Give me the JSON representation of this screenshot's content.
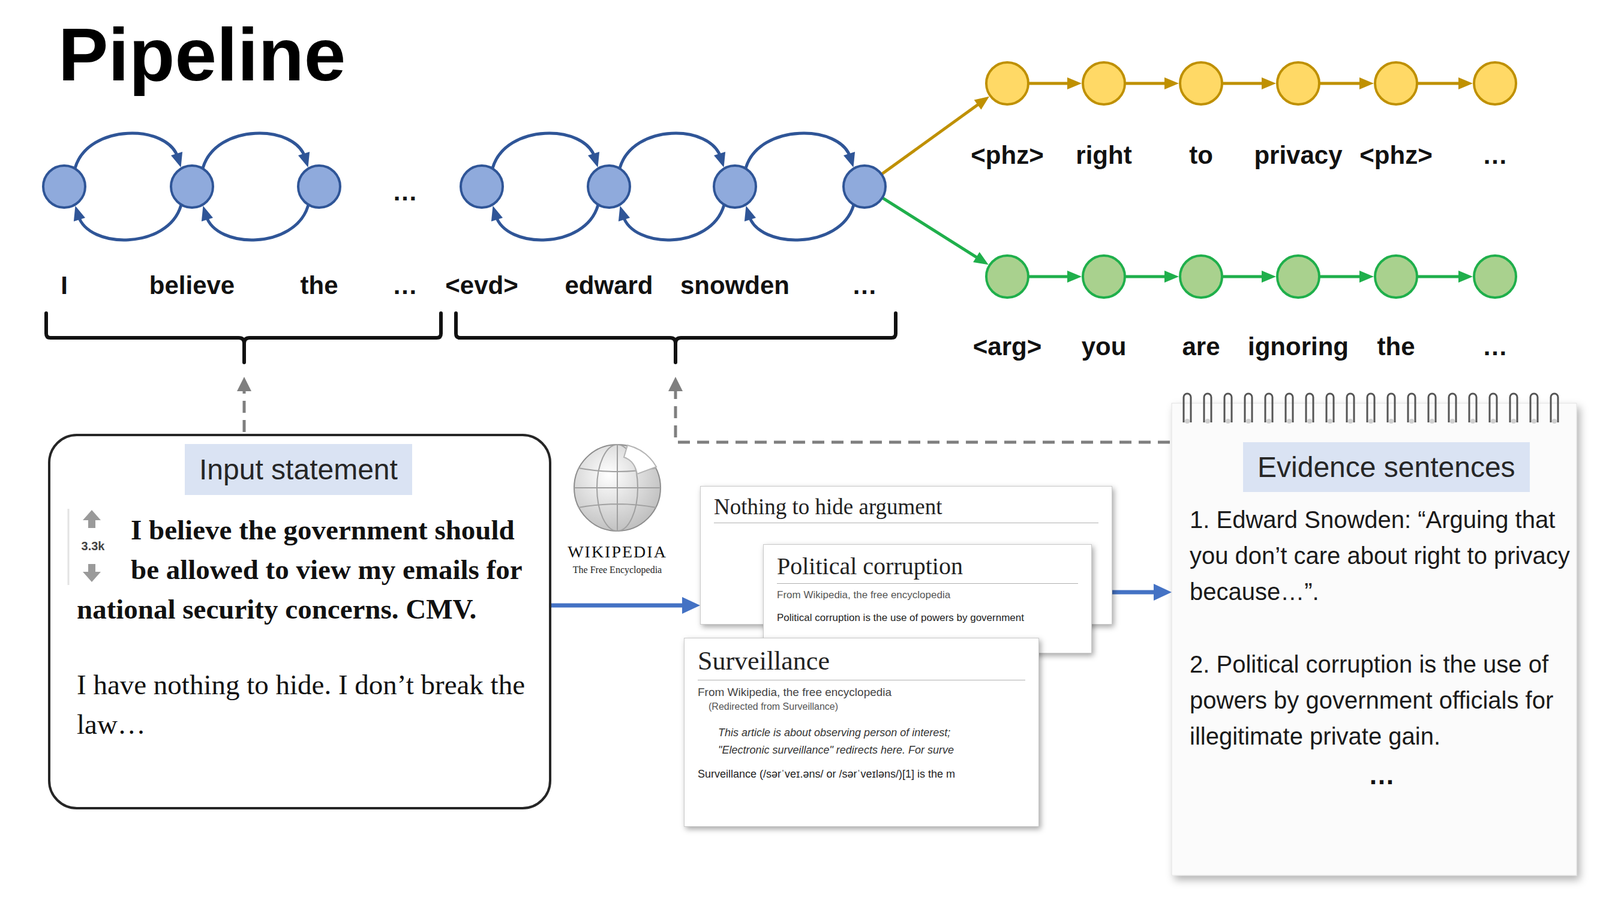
{
  "diagram": {
    "title": "Pipeline",
    "nodes": [
      {
        "text": [
          "I"
        ]
      },
      {
        "text": [
          "believe"
        ]
      },
      {
        "text": [
          "the"
        ]
      },
      {
        "text": [
          "<evd>"
        ]
      },
      {
        "text": [
          "edward"
        ]
      },
      {
        "text": [
          "snowden"
        ]
      },
      {
        "text": [
          "…"
        ]
      },
      {
        "text": [
          "<phz>"
        ]
      },
      {
        "text": [
          "right"
        ]
      },
      {
        "text": [
          "to"
        ]
      },
      {
        "text": [
          "privacy"
        ]
      },
      {
        "text": [
          "<phz>"
        ]
      },
      {
        "text": [
          "…"
        ]
      },
      {
        "text": [
          "<arg>"
        ]
      },
      {
        "text": [
          "you"
        ]
      },
      {
        "text": [
          "are"
        ]
      },
      {
        "text": [
          "ignoring"
        ]
      },
      {
        "text": [
          "the"
        ]
      },
      {
        "text": [
          "…"
        ]
      },
      {
        "text": [
          "I believe the government should be allowed to view my emails for national security concerns. CMV.",
          "I have nothing to hide. I don’t break the law…"
        ]
      },
      {
        "text": [
          "Input statement"
        ],
        "in": 19
      },
      {
        "text": [
          "Nothing to hide argument"
        ]
      },
      {
        "text": [
          "Political corruption",
          "From Wikipedia, the free encyclopedia",
          "Political corruption is the use of powers by government"
        ]
      },
      {
        "text": [
          "Surveillance",
          "From Wikipedia, the free encyclopedia",
          "(Redirected from Surveillance)",
          "This article is about observing person of interest;",
          "\"Electronic surveillance\" redirects here. For surve",
          "Surveillance (/sərˈveɪ.əns/ or /sərˈveɪləns/)[1] is the m"
        ]
      },
      {
        "text": [
          "1. Edward Snowden: “Arguing that you don’t care about right to privacy because…”.",
          "2. Political corruption is the use of powers by government officials for illegitimate private gain.",
          "…"
        ]
      },
      {
        "text": [
          "Evidence sentences"
        ],
        "in": 24
      }
    ],
    "edges": [
      {
        "from": 0,
        "to": 1,
        "arrow": "to"
      },
      {
        "from": 1,
        "to": 0,
        "arrow": "to"
      },
      {
        "from": 1,
        "to": 2,
        "arrow": "to"
      },
      {
        "from": 2,
        "to": 1,
        "arrow": "to"
      },
      {
        "from": 3,
        "to": 4,
        "arrow": "to"
      },
      {
        "from": 4,
        "to": 3,
        "arrow": "to"
      },
      {
        "from": 4,
        "to": 5,
        "arrow": "to"
      },
      {
        "from": 5,
        "to": 4,
        "arrow": "to"
      },
      {
        "from": 5,
        "to": 6,
        "arrow": "to"
      },
      {
        "from": 6,
        "to": 5,
        "arrow": "to"
      },
      {
        "from": 6,
        "to": 7,
        "arrow": "to"
      },
      {
        "from": 6,
        "to": 13,
        "arrow": "to"
      },
      {
        "from": 7,
        "to": 8,
        "arrow": "to"
      },
      {
        "from": 8,
        "to": 9,
        "arrow": "to"
      },
      {
        "from": 9,
        "to": 10,
        "arrow": "to"
      },
      {
        "from": 10,
        "to": 11,
        "arrow": "to"
      },
      {
        "from": 11,
        "to": 12,
        "arrow": "to"
      },
      {
        "from": 13,
        "to": 14,
        "arrow": "to"
      },
      {
        "from": 14,
        "to": 15,
        "arrow": "to"
      },
      {
        "from": 15,
        "to": 16,
        "arrow": "to"
      },
      {
        "from": 16,
        "to": 17,
        "arrow": "to"
      },
      {
        "from": 17,
        "to": 18,
        "arrow": "to"
      },
      {
        "from": 19,
        "to": 21,
        "arrow": "to"
      },
      {
        "from": 21,
        "to": 24,
        "arrow": "to"
      }
    ],
    "labels": [
      "…",
      "…",
      "3.3k",
      "WIKIPEDIA",
      "The Free Encyclopedia"
    ]
  }
}
